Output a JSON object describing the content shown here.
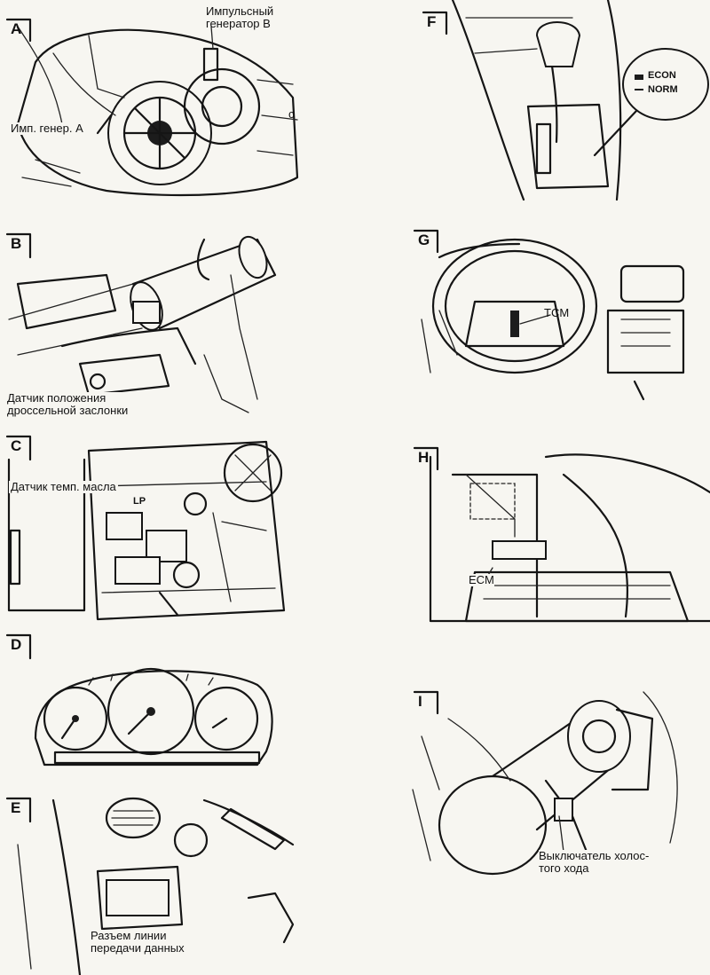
{
  "panels": {
    "A": {
      "letter": "A",
      "label_b": "Импульсный\nгенератор В",
      "label_a": "Имп. генер. А",
      "edge_c": "c"
    },
    "B": {
      "letter": "B",
      "label": "Датчик положения\nдроссельной заслонки"
    },
    "C": {
      "letter": "C",
      "label": "Датчик темп. масла",
      "mark": "LP"
    },
    "D": {
      "letter": "D"
    },
    "E": {
      "letter": "E",
      "label": "Разъем линии\nпередачи данных"
    },
    "F": {
      "letter": "F",
      "switch_econ": "ECON",
      "switch_norm": "NORM"
    },
    "G": {
      "letter": "G",
      "label": "TCM"
    },
    "H": {
      "letter": "H",
      "label": "ECM"
    },
    "I": {
      "letter": "I",
      "label": "Выключатель холос-\nтого хода"
    }
  }
}
